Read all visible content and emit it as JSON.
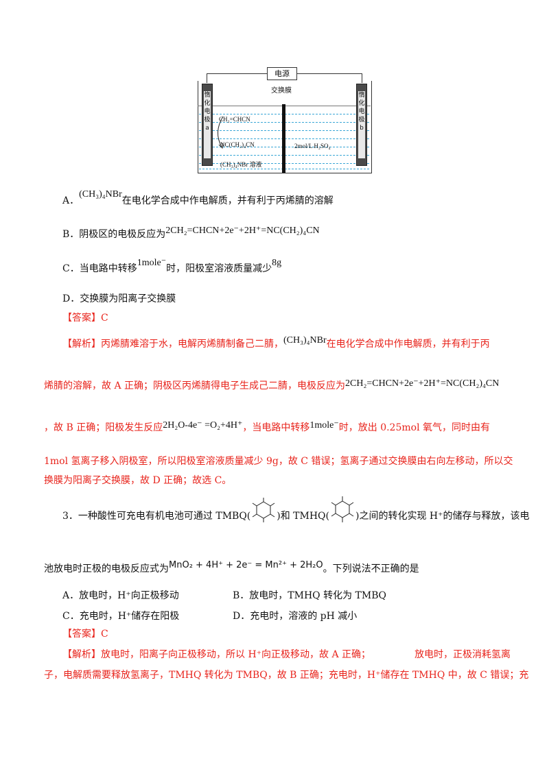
{
  "figure": {
    "power_label": "电源",
    "membrane_label": "交换膜",
    "electrode_a": "惰化电极a",
    "electrode_b": "惰化电极b",
    "reactant": "CH₂=CHCN",
    "product": "NC(CH₂)₄CN",
    "solution_left": "(CH₃)₄NBr 溶液",
    "solution_right": "2mol/L H₂SO₄"
  },
  "q2": {
    "optA_label": "A．",
    "optA_formula": "(CH₃)₄NBr",
    "optA_text": "在电化学合成中作电解质，并有利于丙烯腈的溶解",
    "optB_label": "B．阴极区的电极反应为",
    "optB_formula": "2CH₂=CHCN+2e⁻+2H⁺=NC(CH₂)₄CN",
    "optC_label": "C．当电路中转移",
    "optC_formula1": "1mole⁻",
    "optC_text": "时，阳极室溶液质量减少",
    "optC_formula2": "8g",
    "optD": "D．交换膜为阳离子交换膜",
    "answer": "【答案】C",
    "analysis_tag": "【解析】",
    "analysis_l1a": "丙烯腈难溶于水，电解丙烯腈制备己二腈，",
    "analysis_l1f": "(CH₃)₄NBr",
    "analysis_l1b": "在电化学合成中作电解质，并有利于丙",
    "analysis_l2a": "烯腈的溶解，故 A 正确；阴极区丙烯腈得电子生成己二腈，电极反应为",
    "analysis_l2f": "2CH₂=CHCN+2e⁻+2H⁺=NC(CH₂)₄CN",
    "analysis_l3a": "，故 B 正确；阳极发生反应",
    "analysis_l3f": "2H₂O-4e⁻ =O₂+4H⁺",
    "analysis_l3b": "，当电路中转移",
    "analysis_l3f2": "1mole⁻",
    "analysis_l3c": "时，放出 0.25mol 氧气，同时由有",
    "analysis_l4": "1mol 氢离子移入阴极室，所以阳极室溶液质量减少 9g，故 C 错误；氢离子通过交换膜由右向左移动，所以交",
    "analysis_l5": "换膜为阳离子交换膜，故 D 正确；故选 C。"
  },
  "q3": {
    "stem_a": "3．一种酸性可充电有机电池可通过 TMBQ(",
    "stem_b": ")和 TMHQ(",
    "stem_c": ")之间的转化实现 H⁺的储存与释放，该电",
    "stem2_a": "池放电时正极的电极反应式为",
    "stem2_f": "MnO₂ + 4H⁺ + 2e⁻ = Mn²⁺ + 2H₂O",
    "stem2_b": "。下列说法不正确的是",
    "optA": "A．放电时，H⁺向正极移动",
    "optB": "B．放电时，TMHQ 转化为 TMBQ",
    "optC": "C．充电时，H⁺储存在阳极",
    "optD": "D．充电时，溶液的 pH 减小",
    "answer": "【答案】C",
    "analysis_tag": "【解析】",
    "analysis_l1a": "放电时，阳离子向正极移动，所以 H⁺向正极移动，故 A 正确；",
    "analysis_l1b": "放电时，正极消耗氢离",
    "analysis_l2": "子，电解质需要释放氢离子，TMHQ 转化为 TMBQ，故 B 正确；充电时，H⁺储存在 TMHQ 中，故 C 错误；充"
  }
}
